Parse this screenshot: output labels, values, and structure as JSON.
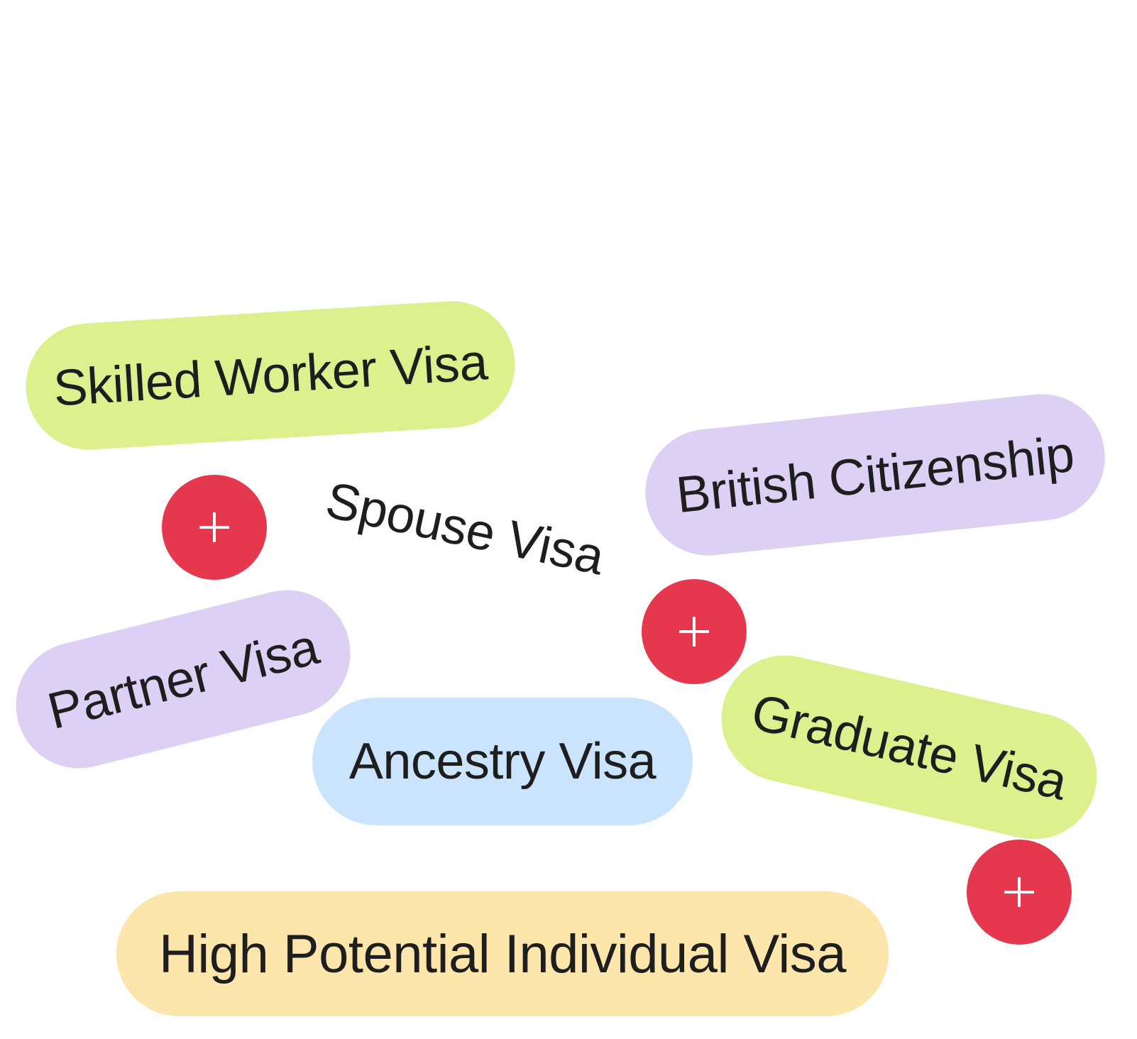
{
  "colors": {
    "green": "#dcf08e",
    "purple": "#ddd0f5",
    "blue": "#cae4fd",
    "yellow": "#fde6ab",
    "red": "#e5384f",
    "text": "#1e1e1e",
    "plus": "#ffffff"
  },
  "tags": {
    "skilled_worker": "Skilled Worker Visa",
    "british_citizenship": "British Citizenship",
    "spouse": "Spouse Visa",
    "partner": "Partner Visa",
    "ancestry": "Ancestry Visa",
    "graduate": "Graduate Visa",
    "high_potential": "High Potential Individual Visa"
  },
  "icons": {
    "plus_1": "plus-icon",
    "plus_2": "plus-icon",
    "plus_3": "plus-icon"
  }
}
